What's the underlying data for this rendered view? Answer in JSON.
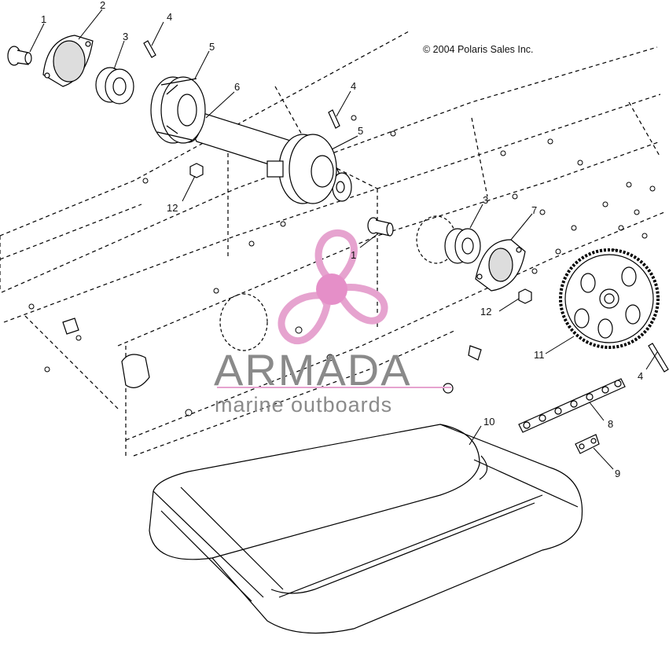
{
  "copyright": "© 2004 Polaris Sales Inc.",
  "logo": {
    "name": "ARMADA",
    "tagline": "marine outboards",
    "colors": {
      "propeller": "#e6a3cf",
      "hub": "#e58fc8",
      "text": "#8a8a8a",
      "rule": "#e6a3cf"
    }
  },
  "callouts": [
    {
      "id": "c1a",
      "text": "1"
    },
    {
      "id": "c2",
      "text": "2"
    },
    {
      "id": "c3a",
      "text": "3"
    },
    {
      "id": "c4a",
      "text": "4"
    },
    {
      "id": "c5a",
      "text": "5"
    },
    {
      "id": "c6",
      "text": "6"
    },
    {
      "id": "c4b",
      "text": "4"
    },
    {
      "id": "c5b",
      "text": "5"
    },
    {
      "id": "c12a",
      "text": "12"
    },
    {
      "id": "c3b",
      "text": "3"
    },
    {
      "id": "c7",
      "text": "7"
    },
    {
      "id": "c1b",
      "text": "1"
    },
    {
      "id": "c12b",
      "text": "12"
    },
    {
      "id": "c11",
      "text": "11"
    },
    {
      "id": "c4c",
      "text": "4"
    },
    {
      "id": "c8",
      "text": "8"
    },
    {
      "id": "c10",
      "text": "10"
    },
    {
      "id": "c9",
      "text": "9"
    }
  ]
}
